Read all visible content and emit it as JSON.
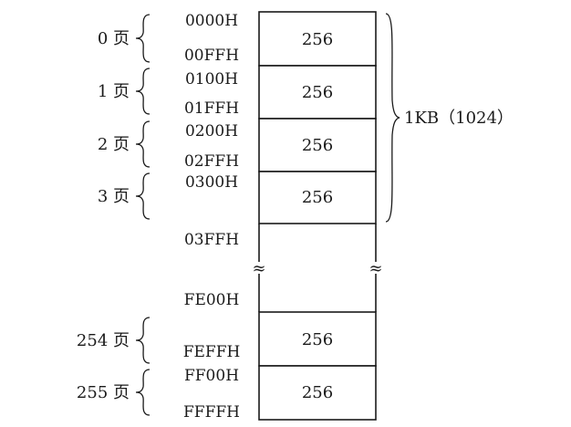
{
  "diagram": {
    "pages": [
      {
        "label": "0 页",
        "start": "0000H",
        "end": "00FFH",
        "size": "256"
      },
      {
        "label": "1 页",
        "start": "0100H",
        "end": "01FFH",
        "size": "256"
      },
      {
        "label": "2 页",
        "start": "0200H",
        "end": "02FFH",
        "size": "256"
      },
      {
        "label": "3 页",
        "start": "0300H",
        "end": "",
        "size": "256"
      },
      {
        "label": "254 页",
        "start": "",
        "end": "FEFFH",
        "size": "256"
      },
      {
        "label": "255 页",
        "start": "FF00H",
        "end": "FFFFH",
        "size": "256"
      }
    ],
    "gap_start": "03FFH",
    "gap_end": "FE00H",
    "break_symbol": "≈",
    "total_label": "1KB（1024）"
  }
}
